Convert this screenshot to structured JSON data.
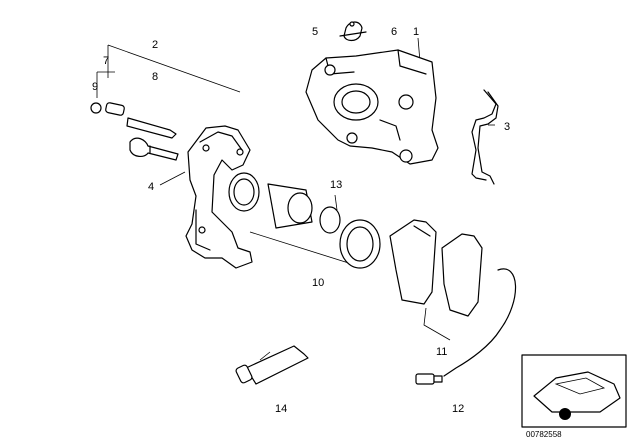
{
  "callouts": {
    "c1": "1",
    "c2": "2",
    "c3": "3",
    "c4": "4",
    "c5": "5",
    "c6": "6",
    "c7": "7",
    "c8": "8",
    "c9": "9",
    "c10": "10",
    "c11": "11",
    "c12": "12",
    "c13": "13",
    "c14": "14"
  },
  "image_code": "00782558"
}
